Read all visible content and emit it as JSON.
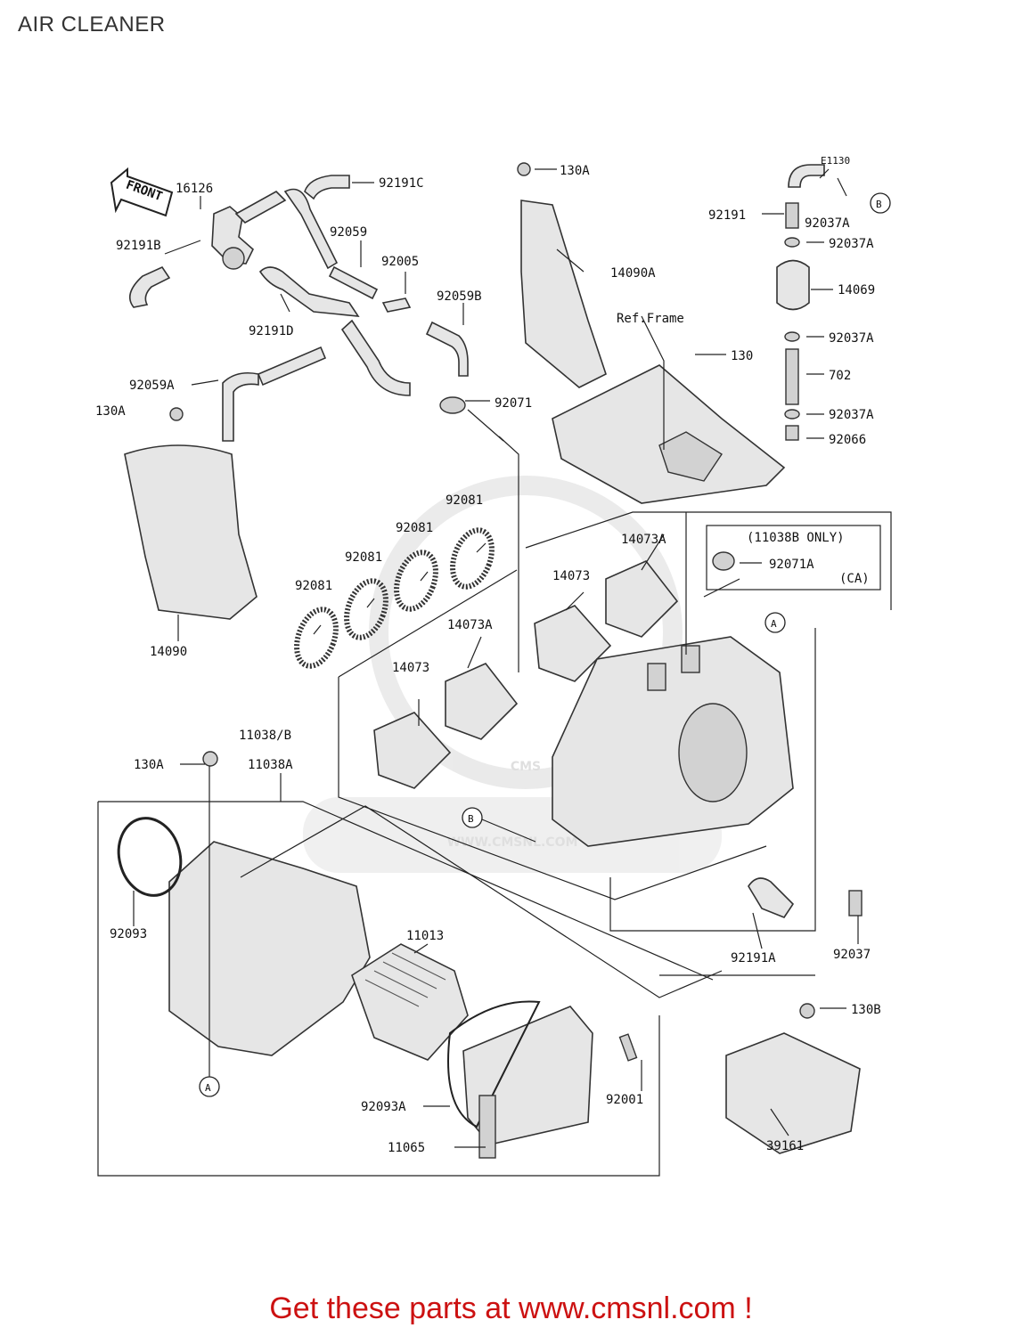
{
  "page": {
    "title": "AIR CLEANER",
    "footer": "Get these parts at www.cmsnl.com !",
    "code": "E1130",
    "watermark": "WWW.CMSNL.COM",
    "watermark_mark": "CMS"
  },
  "labels": {
    "front": "FRONT",
    "ref_frame": "Ref.Frame",
    "only_note": "(11038B ONLY)",
    "ca": "(CA)",
    "callout_a": "A",
    "callout_b": "B"
  },
  "parts": {
    "p16126": "16126",
    "p92191C": "92191C",
    "p92191B": "92191B",
    "p92059": "92059",
    "p92005": "92005",
    "p92059B": "92059B",
    "p92191D": "92191D",
    "p92059A": "92059A",
    "p130A_top": "130A",
    "p130A_left": "130A",
    "p130A_bottom": "130A",
    "p14090A": "14090A",
    "p130": "130",
    "p92071": "92071",
    "p14090": "14090",
    "p92191": "92191",
    "p92037A_1": "92037A",
    "p92037A_2": "92037A",
    "p14069": "14069",
    "p92037A_3": "92037A",
    "p702": "702",
    "p92037A_4": "92037A",
    "p92066": "92066",
    "p92081_1": "92081",
    "p92081_2": "92081",
    "p92081_3": "92081",
    "p92081_4": "92081",
    "p14073A_1": "14073A",
    "p14073_1": "14073",
    "p14073A_2": "14073A",
    "p14073_2": "14073",
    "p92071A": "92071A",
    "p11038B": "11038/B",
    "p11038A": "11038A",
    "p92093": "92093",
    "p11013": "11013",
    "p92191A": "92191A",
    "p92037": "92037",
    "p130B": "130B",
    "p92001": "92001",
    "p92093A": "92093A",
    "p11065": "11065",
    "p39161": "39161"
  }
}
